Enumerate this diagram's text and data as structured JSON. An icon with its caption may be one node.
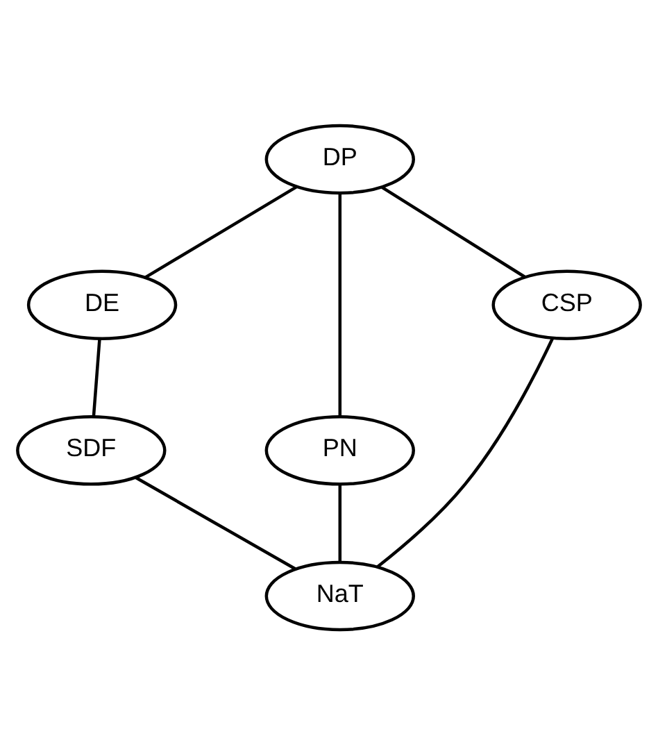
{
  "diagram": {
    "nodes": [
      {
        "text": [
          "DP"
        ]
      },
      {
        "text": [
          "DE"
        ]
      },
      {
        "text": [
          "PN"
        ]
      },
      {
        "text": [
          "CSP"
        ]
      },
      {
        "text": [
          "SDF"
        ]
      },
      {
        "text": [
          "NaT"
        ]
      }
    ],
    "edges": [
      {
        "from": 0,
        "to": 1,
        "arrow": "none"
      },
      {
        "from": 0,
        "to": 2,
        "arrow": "none"
      },
      {
        "from": 0,
        "to": 3,
        "arrow": "none"
      },
      {
        "from": 1,
        "to": 4,
        "arrow": "none"
      },
      {
        "from": 4,
        "to": 5,
        "arrow": "none"
      },
      {
        "from": 2,
        "to": 5,
        "arrow": "none"
      },
      {
        "from": 3,
        "to": 5,
        "arrow": "none"
      }
    ]
  }
}
